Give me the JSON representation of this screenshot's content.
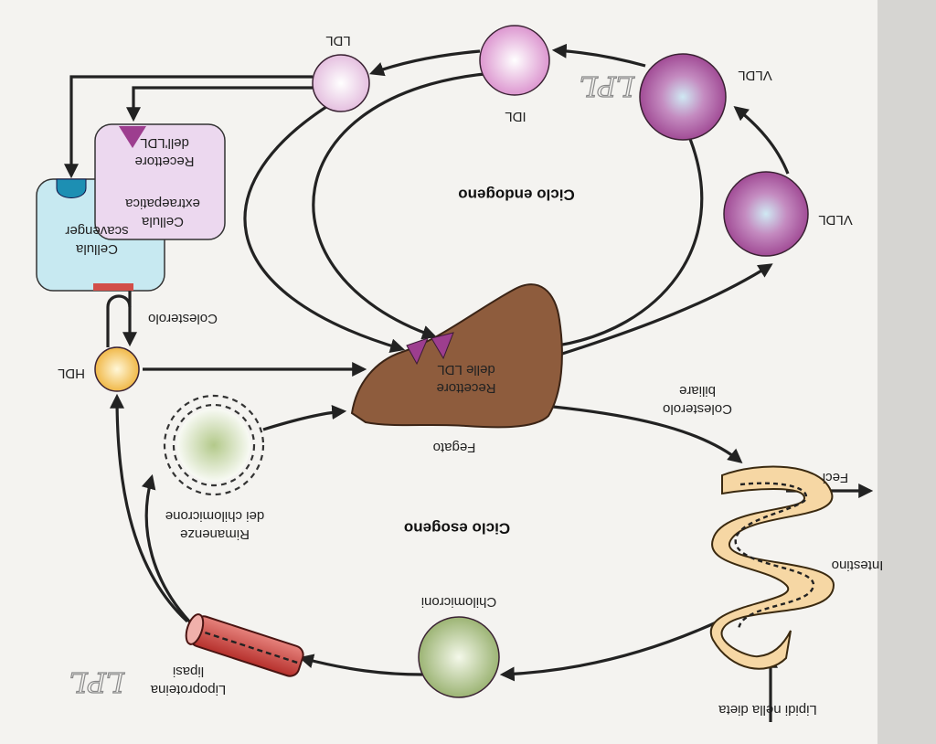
{
  "header_text": "",
  "cycles": {
    "endogenous": "Ciclo endogeno",
    "exogenous": "Ciclo esogeno"
  },
  "labels": {
    "vldl_1": "VLDL",
    "vldl_2": "VLDL",
    "idl": "IDL",
    "ldl": "LDL",
    "hdl": "HDL",
    "cholesterol": "Colesterolo",
    "ldl_receptor_liver_1": "Recettore",
    "ldl_receptor_liver_2": "delle LDL",
    "liver": "Fegato",
    "biliary_cholesterol_1": "Colesterolo",
    "biliary_cholesterol_2": "biliare",
    "feces": "Feci",
    "intestine": "Intestino",
    "dietary_lipids": "Lipidi nella dieta",
    "chylomicrons": "Chilomicroni",
    "lipoprotein_lipase_1": "Lipoproteina",
    "lipoprotein_lipase_2": "lipasi",
    "remnants_1": "Rimanenze",
    "remnants_2": "dei chilomicrone",
    "scavenger_cell_1": "Cellula",
    "scavenger_cell_2": "scavenger",
    "extrahepatic_cell_1": "Cellula",
    "extrahepatic_cell_2": "extraepatica",
    "ldl_receptor_cell_1": "Recettore",
    "ldl_receptor_cell_2": "dell'LDL"
  },
  "handwriting": {
    "annotation_top": "LPL",
    "annotation_bottom": "LPL"
  },
  "colors": {
    "vldl": "#b05fa5",
    "idl": "#e7b3dc",
    "ldl": "#f1dced",
    "hdl": "#f3c24a",
    "chylomicron": "#a5bb7a",
    "liver": "#8b5a3c",
    "intestine": "#f6d7a4",
    "scavenger": "#c7e9f1",
    "extrahepatic": "#ecd8ef",
    "receptor": "#9d3e8f",
    "lipase": "#c9403c"
  },
  "orientation": "rotated 180 degrees"
}
